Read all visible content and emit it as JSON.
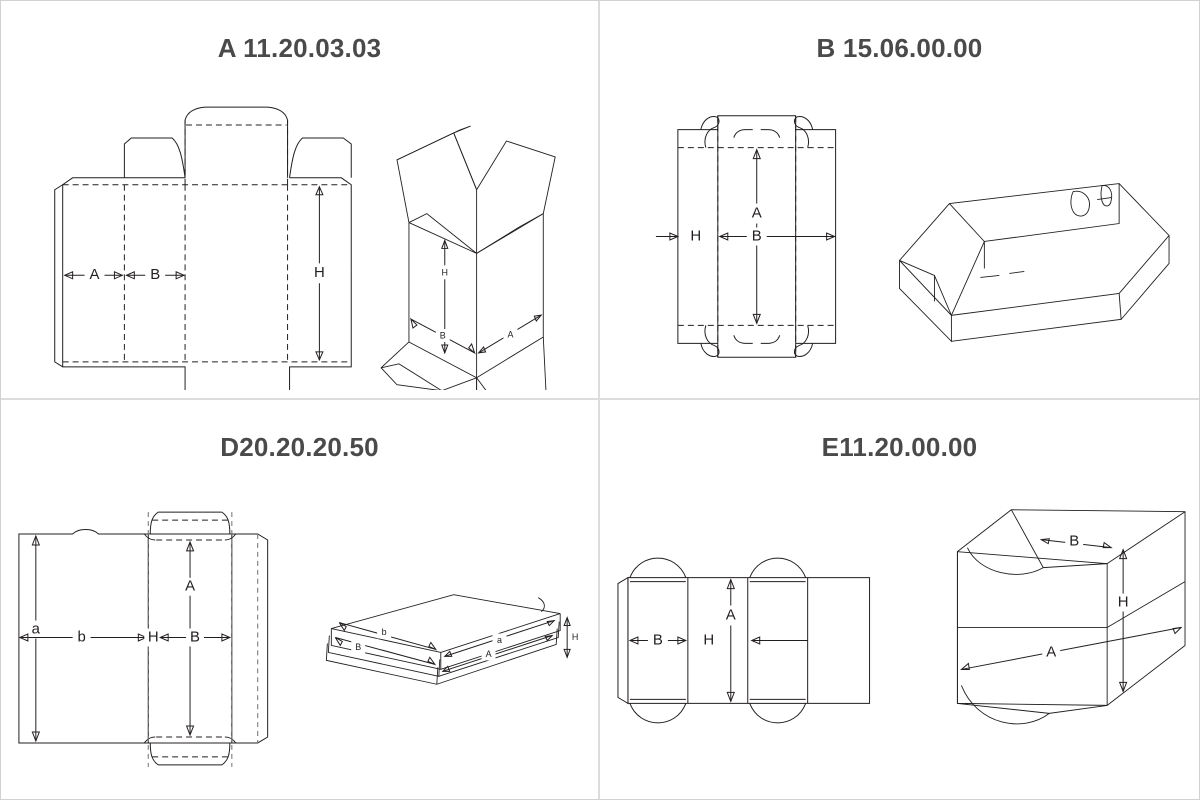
{
  "page": {
    "background_color": "#ffffff",
    "border_color": "#d2d2d2",
    "divider_color": "#dcdcdc",
    "line_color": "#231f20",
    "title_color": "#4a4a4a",
    "layout": "2x2 grid of packaging dieline diagrams"
  },
  "panels": [
    {
      "id": "panel-a",
      "title": "A 11.20.03.03",
      "dimension_labels": {
        "flat": [
          "A",
          "B",
          "H"
        ],
        "solid": [
          "H",
          "B",
          "A"
        ]
      }
    },
    {
      "id": "panel-b",
      "title": "B 15.06.00.00",
      "dimension_labels": {
        "flat": [
          "A",
          "H",
          "B"
        ],
        "solid": []
      }
    },
    {
      "id": "panel-d",
      "title": "D20.20.20.50",
      "dimension_labels": {
        "flat": [
          "a",
          "b",
          "H",
          "A",
          "B"
        ],
        "solid": [
          "b",
          "B",
          "a",
          "A",
          "H"
        ]
      }
    },
    {
      "id": "panel-e",
      "title": "E11.20.00.00",
      "dimension_labels": {
        "flat": [
          "B",
          "H",
          "A"
        ],
        "solid": [
          "B",
          "H",
          "A"
        ]
      }
    }
  ]
}
